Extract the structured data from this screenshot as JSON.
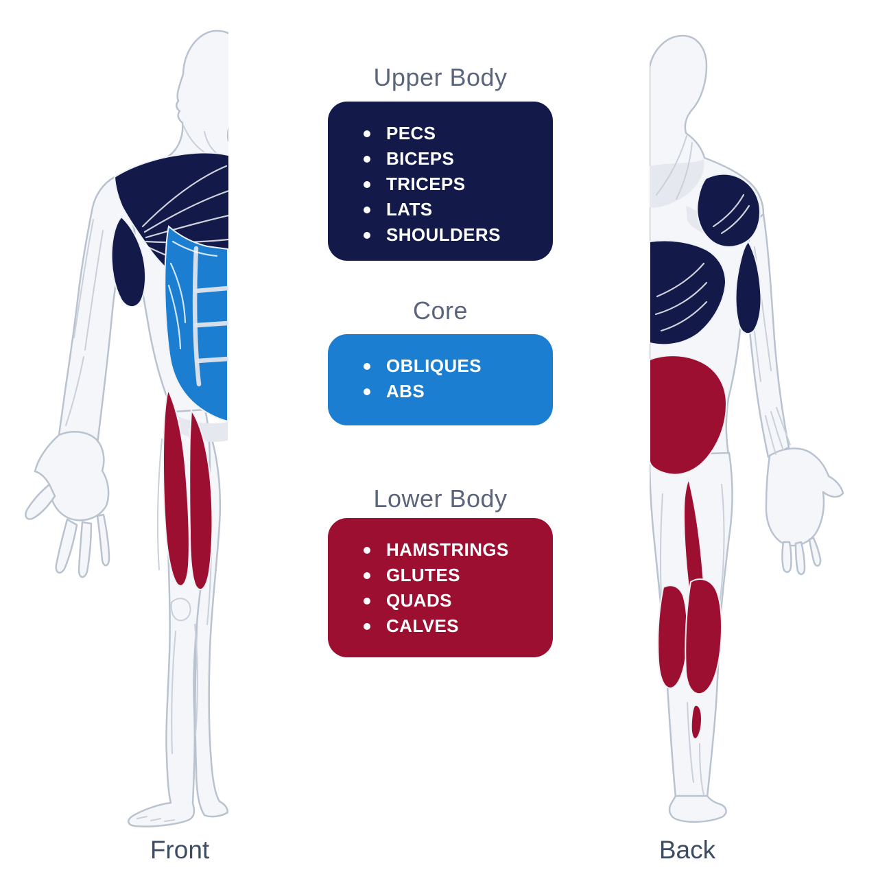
{
  "groups": [
    {
      "name": "Upper Body",
      "color": "#131a4a",
      "items": [
        "PECS",
        "BICEPS",
        "TRICEPS",
        "LATS",
        "SHOULDERS"
      ]
    },
    {
      "name": "Core",
      "color": "#1b7ed0",
      "items": [
        "OBLIQUES",
        "ABS"
      ]
    },
    {
      "name": "Lower Body",
      "color": "#9d0f31",
      "items": [
        "HAMSTRINGS",
        "GLUTES",
        "QUADS",
        "CALVES"
      ]
    }
  ],
  "figure_labels": {
    "front": "Front",
    "back": "Back"
  },
  "colors": {
    "upper_body": "#131a4a",
    "core": "#1b7ed0",
    "lower_body": "#9d0f31",
    "heading_text": "#5a657b",
    "figure_label_text": "#3e4c62",
    "list_text": "#ffffff",
    "body_outline": "#b9c3cf",
    "body_fill": "#f4f6f9",
    "body_detail_line": "#c9d0da"
  }
}
